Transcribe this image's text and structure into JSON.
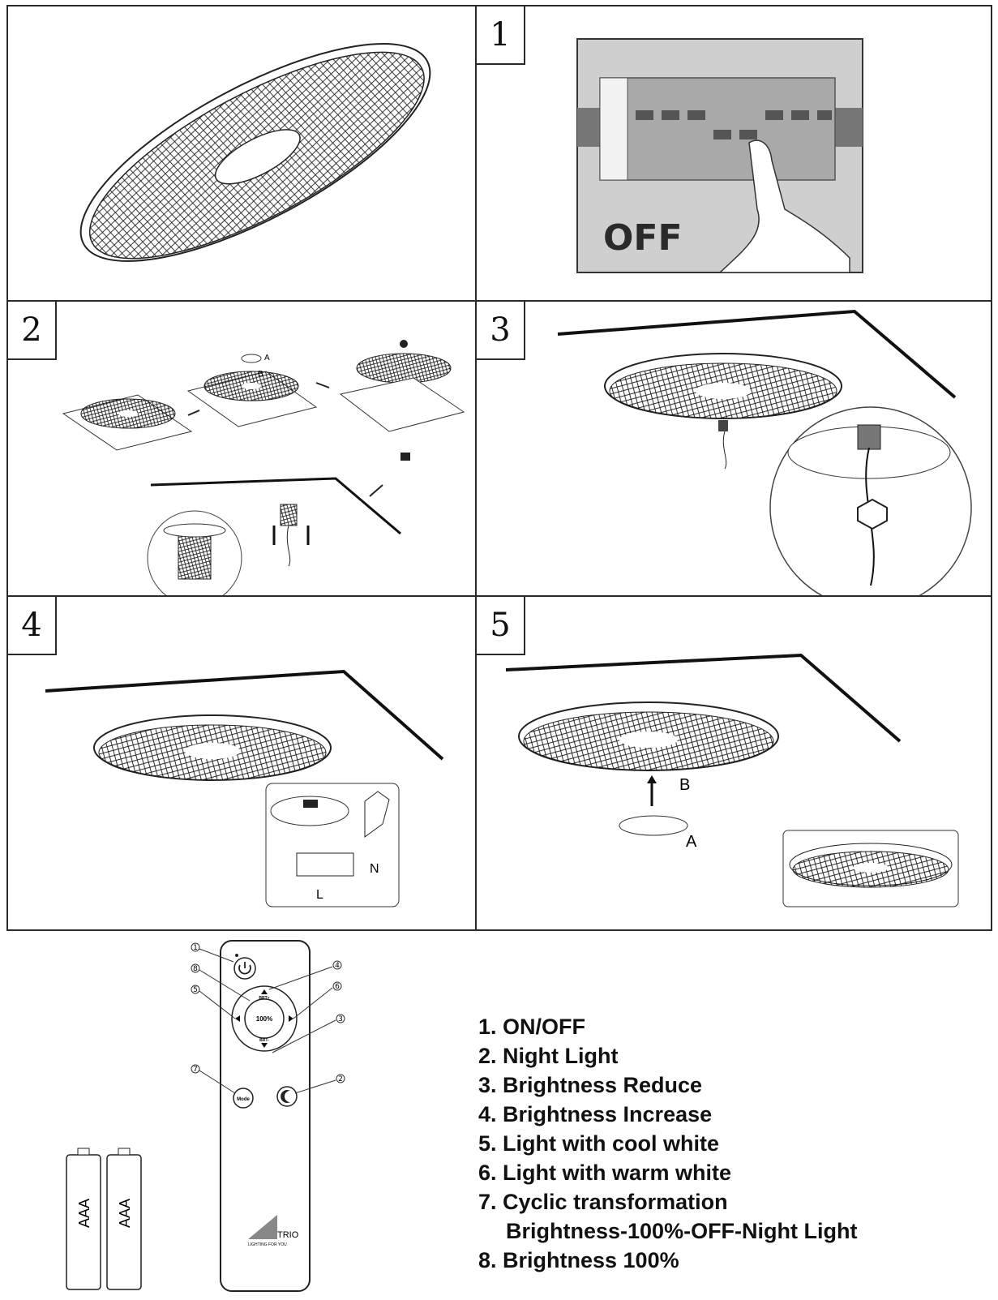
{
  "steps": {
    "s1": "1",
    "s2": "2",
    "s3": "3",
    "s4": "4",
    "s5": "5"
  },
  "switch_label": "OFF",
  "step2_labels": {
    "a": "A",
    "b": "B"
  },
  "step4_labels": {
    "l": "L",
    "n": "N"
  },
  "step5_labels": {
    "a": "A",
    "b": "B"
  },
  "remote": {
    "center_label": "100%",
    "mode_label": "Mode",
    "bright_up": "BRT+",
    "bright_down": "BRT-",
    "brand": "TRIO",
    "brand_tag": "LIGHTING FOR YOU",
    "callouts": [
      "1",
      "2",
      "3",
      "4",
      "5",
      "6",
      "7",
      "8"
    ]
  },
  "batteries": [
    "AAA",
    "AAA"
  ],
  "legend": {
    "items": [
      "1. ON/OFF",
      "2. Night Light",
      "3. Brightness Reduce",
      "4. Brightness Increase",
      "5. Light with cool white",
      "6. Light with warm white",
      "7. Cyclic transformation",
      "Brightness-100%-OFF-Night Light",
      "8. Brightness 100%"
    ]
  }
}
